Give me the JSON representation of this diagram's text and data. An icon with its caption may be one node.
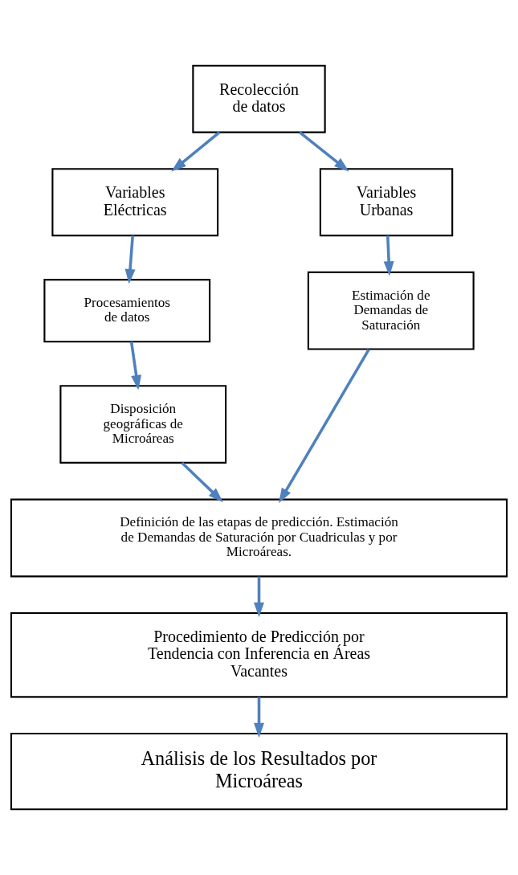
{
  "diagram": {
    "nodes": [
      {
        "text": [
          "Recolección de datos"
        ]
      },
      {
        "text": [
          "Variables Eléctricas"
        ]
      },
      {
        "text": [
          "Variables Urbanas"
        ]
      },
      {
        "text": [
          "Procesamientos de datos"
        ]
      },
      {
        "text": [
          "Estimación de Demandas de Saturación"
        ]
      },
      {
        "text": [
          "Disposición geográficas de Microáreas"
        ]
      },
      {
        "text": [
          "Definición de las etapas de predicción. Estimación de Demandas de Saturación por Cuadriculas y por Microáreas."
        ]
      },
      {
        "text": [
          "Procedimiento de Predicción por Tendencia con Inferencia en Áreas Vacantes"
        ]
      },
      {
        "text": [
          "Análisis de los Resultados por Microáreas"
        ]
      }
    ],
    "edges": [
      {
        "from": 0,
        "to": 1,
        "arrow": "to"
      },
      {
        "from": 0,
        "to": 2,
        "arrow": "to"
      },
      {
        "from": 1,
        "to": 3,
        "arrow": "to"
      },
      {
        "from": 2,
        "to": 4,
        "arrow": "to"
      },
      {
        "from": 3,
        "to": 5,
        "arrow": "to"
      },
      {
        "from": 5,
        "to": 6,
        "arrow": "to"
      },
      {
        "from": 4,
        "to": 6,
        "arrow": "to"
      },
      {
        "from": 6,
        "to": 7,
        "arrow": "to"
      },
      {
        "from": 7,
        "to": 8,
        "arrow": "to"
      }
    ]
  }
}
